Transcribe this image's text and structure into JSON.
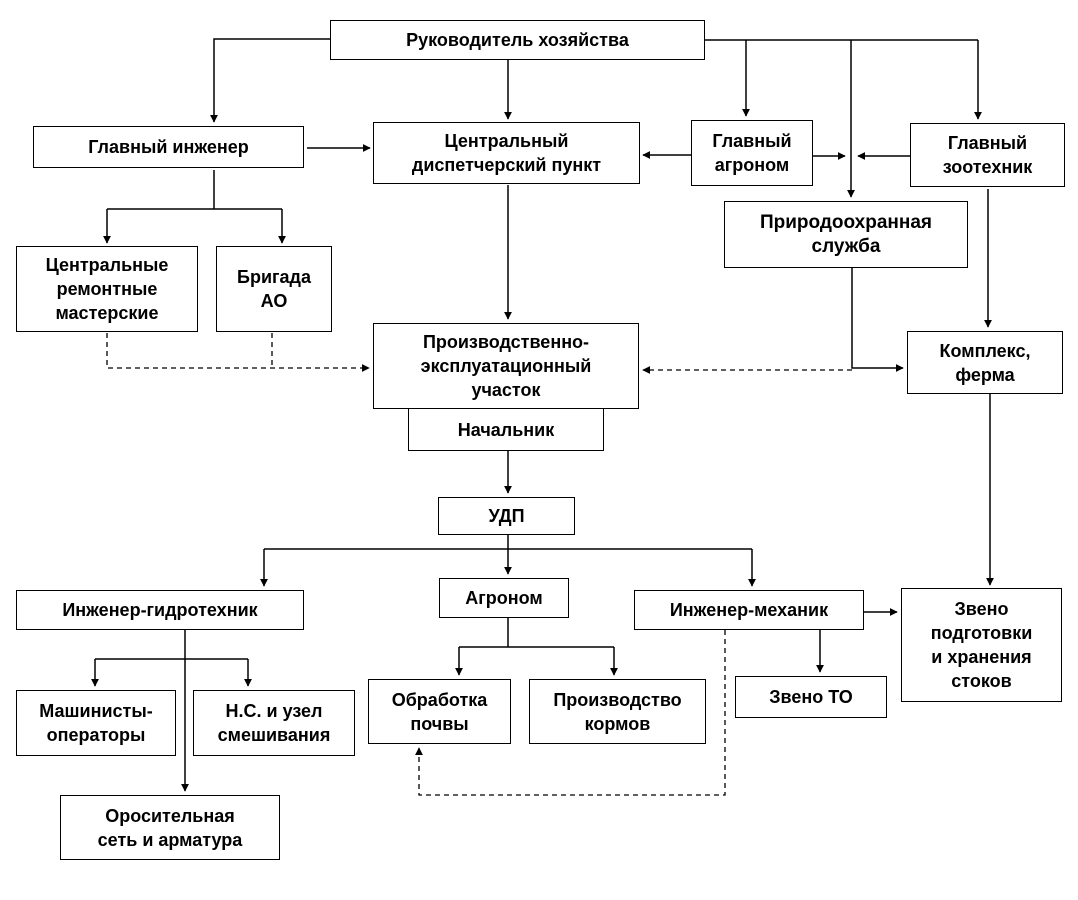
{
  "nodes": {
    "head": "Руководитель хозяйства",
    "chief_engineer": "Главный инженер",
    "dispatch": "Центральный\nдиспетчерский пункт",
    "chief_agronomist": "Главный\nагроном",
    "chief_zoo": "Главный\nзоотехник",
    "nature": "Природоохранная\nслужба",
    "workshops": "Центральные\nремонтные\nмастерские",
    "brigade": "Бригада\nАО",
    "site": "Производственно-\nэксплуатационный\nучасток",
    "chief": "Начальник",
    "complex": "Комплекс,\nферма",
    "udp": "УДП",
    "hydro": "Инженер-гидротехник",
    "agronomist": "Агроном",
    "mechanic": "Инженер-механик",
    "waste": "Звено\nподготовки\nи хранения\nстоков",
    "operators": "Машинисты-\nоператоры",
    "pump": "Н.С. и узел\nсмешивания",
    "soil": "Обработка\nпочвы",
    "feed": "Производство\nкормов",
    "to": "Звено ТО",
    "irrigation": "Оросительная\nсеть и арматура"
  }
}
